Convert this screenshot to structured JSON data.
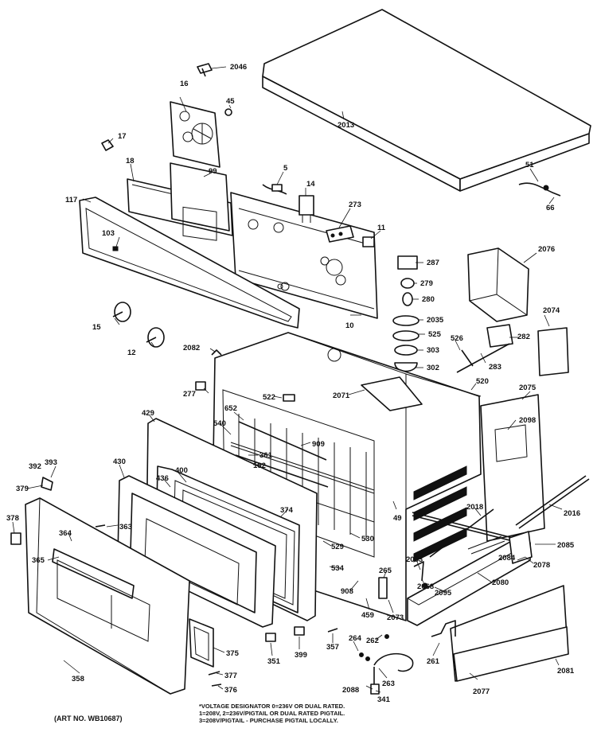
{
  "diagram": {
    "labels": {
      "p2046": "2046",
      "p16": "16",
      "p45": "45",
      "p2013": "2013",
      "p17": "17",
      "p18": "18",
      "p99": "99",
      "p5": "5",
      "p14": "14",
      "p51": "51",
      "p66": "66",
      "p117": "117",
      "p273": "273",
      "p11": "11",
      "p103": "103",
      "p287": "287",
      "p2076": "2076",
      "p279": "279",
      "p280": "280",
      "p2035": "2035",
      "p525": "525",
      "p10": "10",
      "p15": "15",
      "p12": "12",
      "p2082": "2082",
      "p303": "303",
      "p526": "526",
      "p282": "282",
      "p2074": "2074",
      "p283": "283",
      "p302": "302",
      "p277": "277",
      "p522": "522",
      "p2071": "2071",
      "p520": "520",
      "p2075": "2075",
      "p429": "429",
      "p652": "652",
      "p540": "540",
      "p2098": "2098",
      "p909": "909",
      "p361": "361",
      "p162": "162",
      "p392": "392",
      "p393": "393",
      "p430": "430",
      "p400": "400",
      "p436": "436",
      "p379": "379",
      "p374": "374",
      "p49": "49",
      "p2016": "2016",
      "p2018": "2018",
      "p378": "378",
      "p363": "363",
      "p364": "364",
      "p529": "529",
      "p530": "530",
      "p2085": "2085",
      "p365": "365",
      "p2084": "2084",
      "p2078": "2078",
      "p2083": "2083",
      "p534": "534",
      "p265": "265",
      "p2068": "2068",
      "p2080": "2080",
      "p2095": "2095",
      "p908": "908",
      "p459": "459",
      "p2073": "2073",
      "p264": "264",
      "p262": "262",
      "p351": "351",
      "p399": "399",
      "p357": "357",
      "p375": "375",
      "p261": "261",
      "p2081": "2081",
      "p358": "358",
      "p377": "377",
      "p263": "263",
      "p376": "376",
      "p2088": "2088",
      "p2077": "2077",
      "p341": "341"
    },
    "notes": [
      "*VOLTAGE DESIGNATOR 0=236V OR DUAL RATED.",
      "1=208V, 2=236V/PIGTAIL OR DUAL RATED PIGTAIL.",
      "3=208V/PIGTAIL - PURCHASE PIGTAIL LOCALLY."
    ],
    "art_number": "(ART NO. WB10687)"
  }
}
